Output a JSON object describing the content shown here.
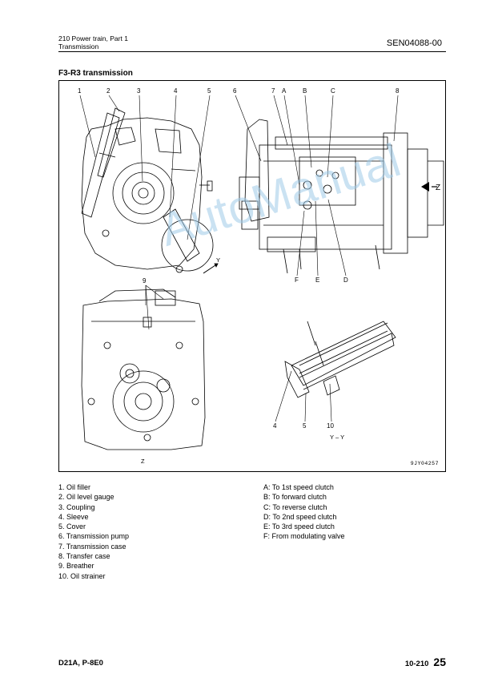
{
  "header": {
    "section": "210 Power train, Part 1",
    "subsection": "Transmission",
    "doc_code": "SEN04088-00"
  },
  "title": "F3-R3 transmission",
  "figure": {
    "code": "9JY04257",
    "watermark": "AutoManual",
    "view_label_z": "Z",
    "view_label_yy": "Y – Y",
    "arrow_z": "Z",
    "arrow_y": "Y",
    "callouts": {
      "n1": "1",
      "n2": "2",
      "n3": "3",
      "n4": "4",
      "n5": "5",
      "n6": "6",
      "n7": "7",
      "n8": "8",
      "n9": "9",
      "A": "A",
      "B": "B",
      "C": "C",
      "D": "D",
      "E": "E",
      "F": "F",
      "y4": "4",
      "y5": "5",
      "y10": "10"
    }
  },
  "legend_parts": [
    "1. Oil filler",
    "2. Oil level gauge",
    "3. Coupling",
    "4. Sleeve",
    "5. Cover",
    "6. Transmission pump",
    "7. Transmission case",
    "8. Transfer case",
    "9. Breather",
    "10. Oil strainer"
  ],
  "legend_ports": [
    "A: To 1st speed clutch",
    "B: To forward clutch",
    "C: To reverse clutch",
    "D: To 2nd speed clutch",
    "E: To 3rd speed clutch",
    "F: From modulating valve"
  ],
  "footer": {
    "model": "D21A, P-8E0",
    "section_code": "10-210",
    "page": "25"
  }
}
